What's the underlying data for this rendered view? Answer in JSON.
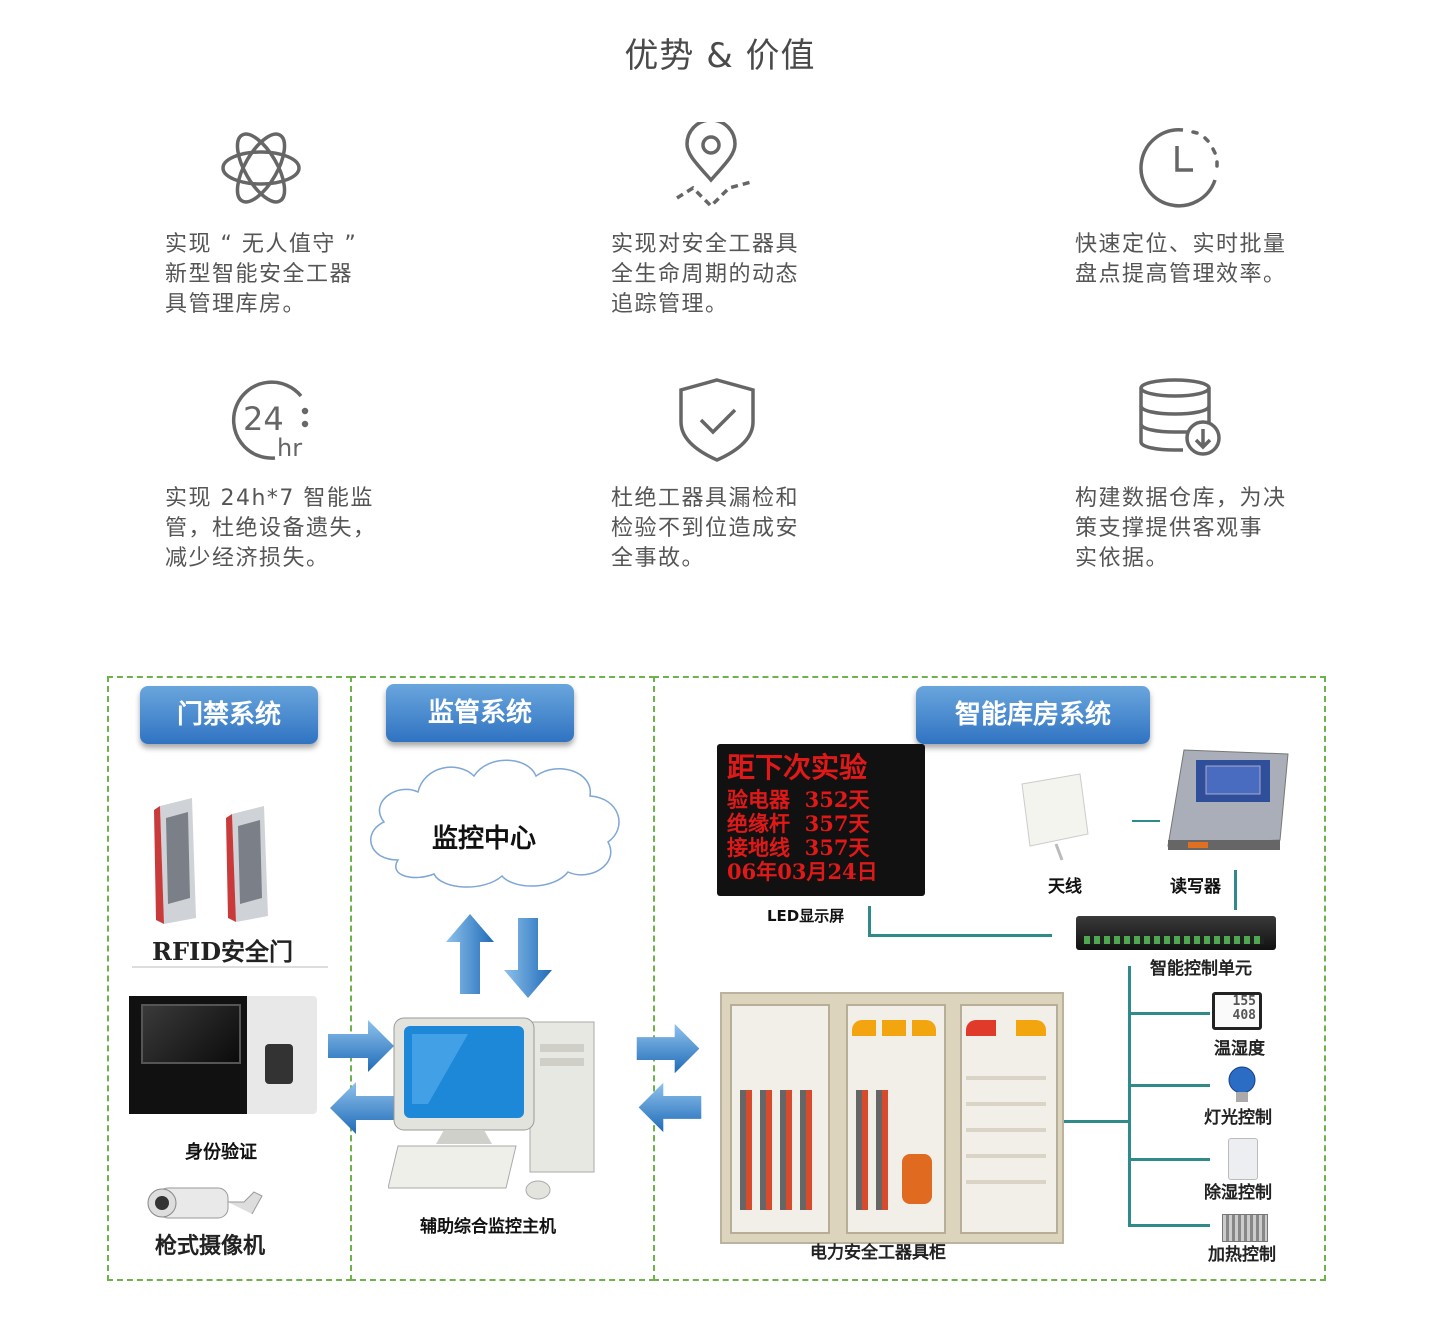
{
  "title": "优势 & 价值",
  "features": [
    {
      "icon": "atom-icon",
      "lines": [
        "实现 “ 无人值守 ”",
        "新型智能安全工器",
        "具管理库房。"
      ]
    },
    {
      "icon": "location-route-icon",
      "lines": [
        "实现对安全工器具",
        "全生命周期的动态",
        "追踪管理。"
      ]
    },
    {
      "icon": "clock-icon",
      "lines": [
        "快速定位、实时批量",
        "盘点提高管理效率。"
      ]
    },
    {
      "icon": "24hr-icon",
      "icon_text": {
        "num": "24",
        "unit": "hr"
      },
      "lines": [
        "实现 24h*7 智能监",
        "管，杜绝设备遗失，",
        "减少经济损失。"
      ]
    },
    {
      "icon": "shield-check-icon",
      "lines": [
        "杜绝工器具漏检和",
        "检验不到位造成安",
        "全事故。"
      ]
    },
    {
      "icon": "database-download-icon",
      "lines": [
        "构建数据仓库，为决",
        "策支撑提供客观事",
        "实依据。"
      ]
    }
  ],
  "diagram": {
    "access": {
      "title": "门禁系统",
      "rfid": "RFID安全门",
      "id": "身份验证",
      "camera": "枪式摄像机"
    },
    "monitor": {
      "title": "监管系统",
      "center": "监控中心",
      "host": "辅助综合监控主机"
    },
    "store": {
      "title": "智能库房系统",
      "led": {
        "lines": [
          "距下次实验",
          "验电器  352天",
          "绝缘杆  357天",
          "接地线  357天",
          "06年03月24日"
        ],
        "label": "LED显示屏"
      },
      "antenna": "天线",
      "reader": "读写器",
      "control": "智能控制单元",
      "cabinet": "电力安全工器具柜",
      "devices": [
        "温湿度",
        "灯光控制",
        "除湿控制",
        "加热控制"
      ],
      "device_readout": [
        "155",
        "408"
      ]
    }
  }
}
